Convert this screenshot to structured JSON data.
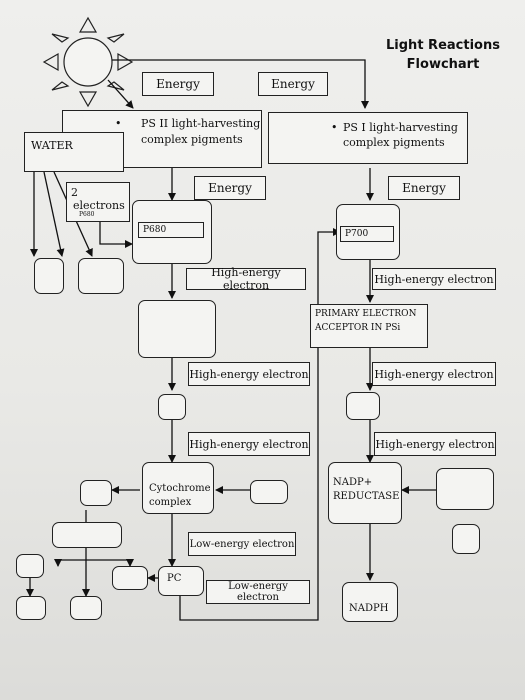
{
  "title": {
    "line1": "Light Reactions",
    "line2": "Flowchart"
  },
  "energy": [
    "Energy",
    "Energy",
    "Energy",
    "Energy"
  ],
  "ps2": {
    "bullet": "•",
    "line1": "PS II light-harvesting",
    "line2": "complex pigments"
  },
  "ps1": {
    "bullet": "•",
    "line1": "PS I light-harvesting",
    "line2": "complex pigments"
  },
  "water": "WATER",
  "electrons": {
    "count": "2",
    "word": "electrons",
    "sub": "P680"
  },
  "p680": "P680",
  "p700": "P700",
  "high_energy": [
    "High-energy electron",
    "High-energy electron",
    "High-energy electron",
    "High-energy electron",
    "High-energy electron",
    "High-energy electron"
  ],
  "primary_acceptor": {
    "line1": "PRIMARY ELECTRON",
    "line2": "ACCEPTOR IN PSi"
  },
  "cytochrome": {
    "line1": "Cytochrome",
    "line2": "complex"
  },
  "low_energy": [
    "Low-energy electron",
    "Low-energy electron"
  ],
  "pc": "PC",
  "nadp_reductase": {
    "line1": "NADP+",
    "line2": "REDUCTASE"
  },
  "nadph": "NADPH",
  "icons": {
    "sun": "sun-icon"
  }
}
